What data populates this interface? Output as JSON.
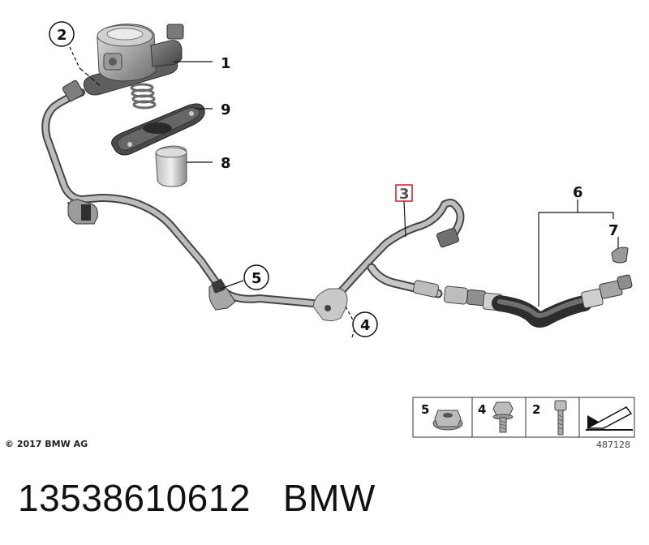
{
  "callouts": [
    {
      "id": "1",
      "label": "1",
      "highlighted": false
    },
    {
      "id": "2",
      "label": "2",
      "highlighted": false
    },
    {
      "id": "3",
      "label": "3",
      "highlighted": true
    },
    {
      "id": "4",
      "label": "4",
      "highlighted": false
    },
    {
      "id": "5",
      "label": "5",
      "highlighted": false
    },
    {
      "id": "6",
      "label": "6",
      "highlighted": false
    },
    {
      "id": "7",
      "label": "7",
      "highlighted": false
    },
    {
      "id": "8",
      "label": "8",
      "highlighted": false
    },
    {
      "id": "9",
      "label": "9",
      "highlighted": false
    }
  ],
  "legend": {
    "items": [
      {
        "label": "5",
        "icon": "flange-nut-icon"
      },
      {
        "label": "4",
        "icon": "hex-bolt-icon"
      },
      {
        "label": "2",
        "icon": "socket-screw-icon"
      },
      {
        "label": "",
        "icon": "arrow-drawing-icon"
      }
    ],
    "drawing_number": "487128"
  },
  "copyright": "© 2017 BMW AG",
  "caption": {
    "part_number": "13538610612",
    "brand": "BMW"
  },
  "colors": {
    "highlight": "#d9252f",
    "pipe": "#8a8a8a",
    "hose": "#4a4a4a"
  }
}
